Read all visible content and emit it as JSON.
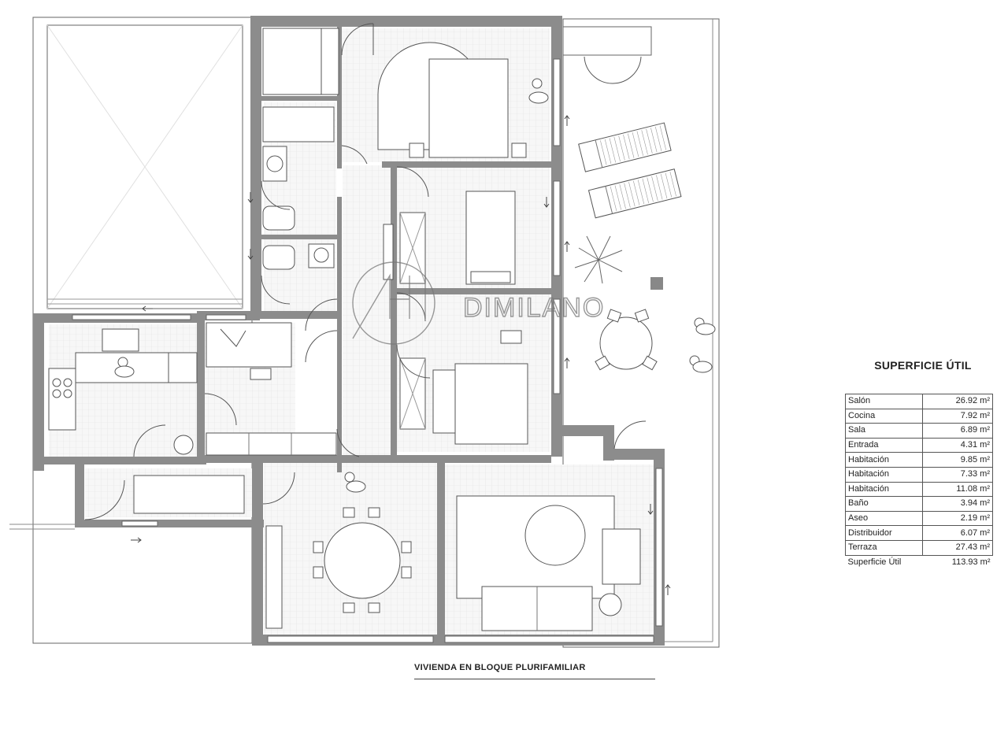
{
  "watermark": {
    "brand": "DIMILANO"
  },
  "table": {
    "title": "SUPERFICIE ÚTIL",
    "rows": [
      {
        "name": "Salón",
        "value": "26.92 m²"
      },
      {
        "name": "Cocina",
        "value": "7.92 m²"
      },
      {
        "name": "Sala",
        "value": "6.89 m²"
      },
      {
        "name": "Entrada",
        "value": "4.31 m²"
      },
      {
        "name": "Habitación",
        "value": "9.85 m²"
      },
      {
        "name": "Habitación",
        "value": "7.33 m²"
      },
      {
        "name": "Habitación",
        "value": "11.08 m²"
      },
      {
        "name": "Baño",
        "value": "3.94 m²"
      },
      {
        "name": "Aseo",
        "value": "2.19 m²"
      },
      {
        "name": "Distribuidor",
        "value": "6.07 m²"
      },
      {
        "name": "Terraza",
        "value": "27.43 m²"
      }
    ],
    "total": {
      "name": "Superficie Útil",
      "value": "113.93 m²"
    }
  },
  "caption": "VIVIENDA EN BLOQUE PLURIFAMILIAR",
  "colors": {
    "wall": "#8c8c8c",
    "line": "#444444",
    "floor": "#f4f4f4"
  }
}
